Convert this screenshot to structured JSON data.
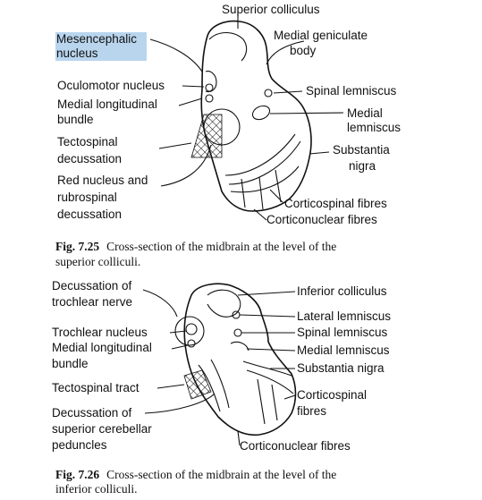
{
  "figure_725": {
    "labels": {
      "superior_colliculus": "Superior colliculus",
      "mesencephalic_1": "Mesencephalic",
      "mesencephalic_2": "nucleus",
      "medial_geniculate_1": "Medial geniculate",
      "medial_geniculate_2": "body",
      "oculomotor": "Oculomotor nucleus",
      "spinal_lemniscus": "Spinal lemniscus",
      "mlf_1": "Medial longitudinal",
      "mlf_2": "bundle",
      "medial_lemniscus_1": "Medial",
      "medial_lemniscus_2": "lemniscus",
      "tectospinal_1": "Tectospinal",
      "tectospinal_2": "decussation",
      "substantia_nigra_1": "Substantia",
      "substantia_nigra_2": "nigra",
      "red_nucleus_1": "Red nucleus and",
      "red_nucleus_2": "rubrospinal",
      "red_nucleus_3": "decussation",
      "corticospinal": "Corticospinal fibres",
      "corticonuclear": "Corticonuclear fibres"
    },
    "caption": {
      "number": "Fig. 7.25",
      "line1": "Cross-section of the midbrain at the level of the",
      "line2": "superior colliculi."
    }
  },
  "figure_726": {
    "labels": {
      "decussation_trochlear_1": "Decussation of",
      "decussation_trochlear_2": "trochlear nerve",
      "inferior_colliculus": "Inferior colliculus",
      "lateral_lemniscus": "Lateral lemniscus",
      "trochlear_nucleus": "Trochlear nucleus",
      "spinal_lemniscus": "Spinal lemniscus",
      "mlf_1": "Medial longitudinal",
      "mlf_2": "bundle",
      "medial_lemniscus": "Medial lemniscus",
      "substantia_nigra": "Substantia nigra",
      "tectospinal_tract": "Tectospinal tract",
      "corticospinal_1": "Corticospinal",
      "corticospinal_2": "fibres",
      "decussation_scp_1": "Decussation of",
      "decussation_scp_2": "superior cerebellar",
      "decussation_scp_3": "peduncles",
      "corticonuclear": "Corticonuclear fibres"
    },
    "caption": {
      "number": "Fig. 7.26",
      "line1": "Cross-section of the midbrain at the level of the",
      "line2": "inferior colliculi."
    }
  }
}
